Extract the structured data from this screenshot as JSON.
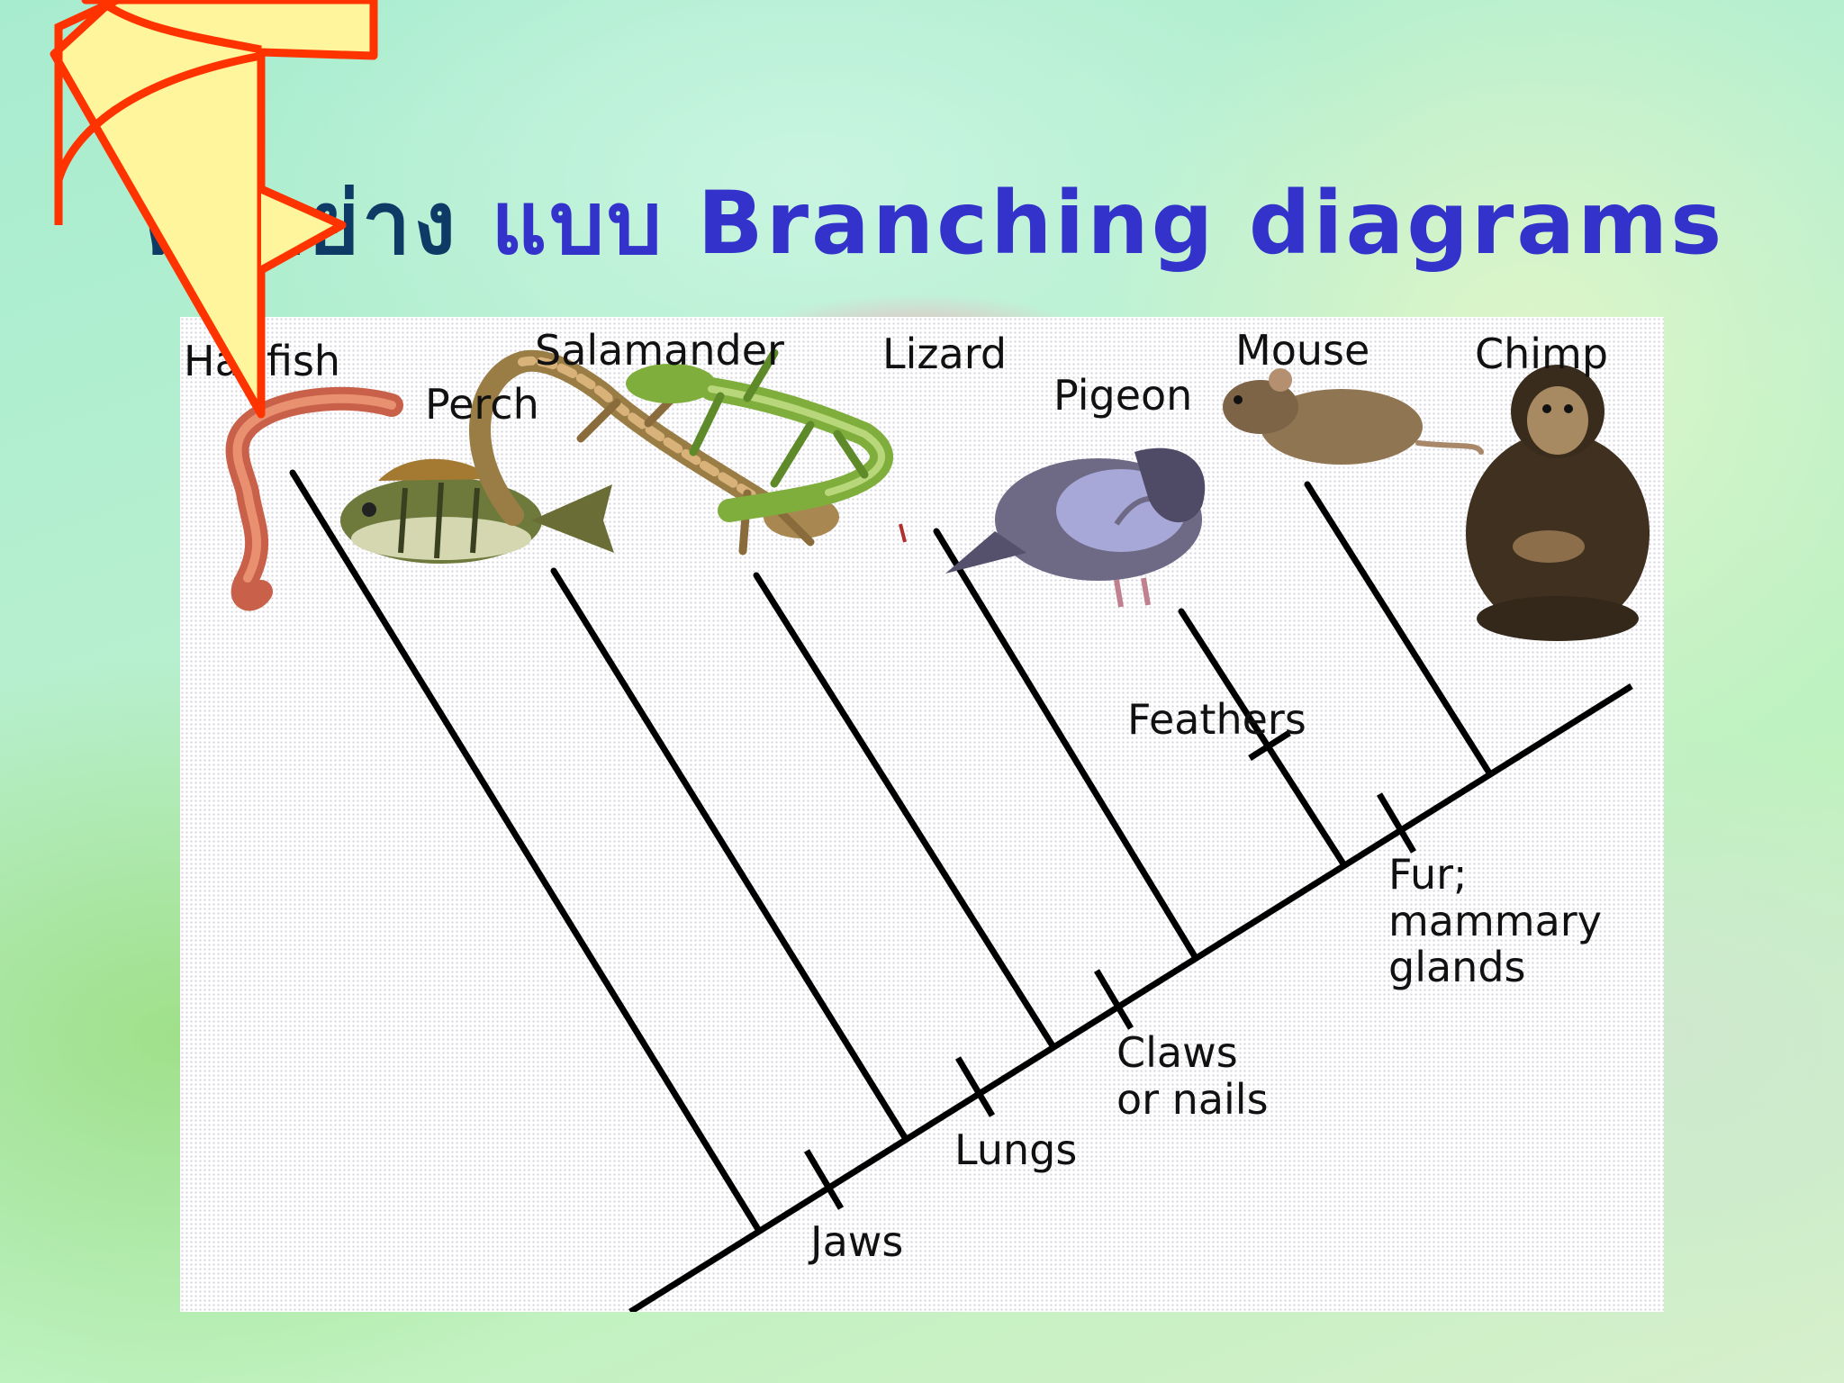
{
  "title": {
    "part1": "ตัวอย่าง",
    "part2": "แบบ Branching diagrams"
  },
  "diagram": {
    "taxa": [
      "Hagfish",
      "Perch",
      "Salamander",
      "Lizard",
      "Pigeon",
      "Mouse",
      "Chimp"
    ],
    "traits": {
      "jaws": "Jaws",
      "lungs": "Lungs",
      "claws_line1": "Claws",
      "claws_line2": "or nails",
      "feathers": "Feathers",
      "fur_line1": "Fur;",
      "fur_line2": "mammary",
      "fur_line3": "glands"
    }
  },
  "colors": {
    "title_dark": "#0d3b66",
    "title_blue": "#3333cc",
    "star_stroke": "#ff3300",
    "star_fill": "#fff59d"
  }
}
